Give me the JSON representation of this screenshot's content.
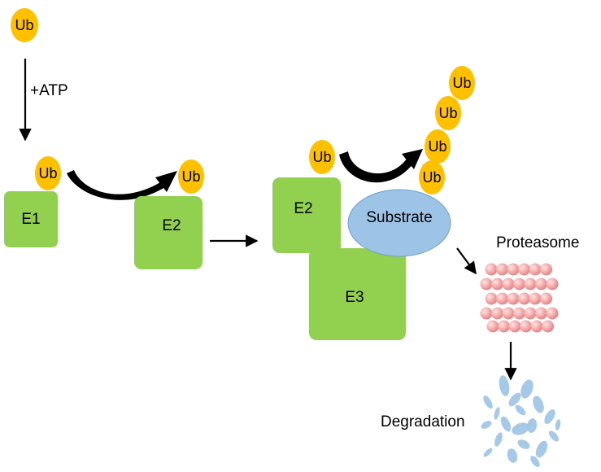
{
  "labels": {
    "ub": "Ub",
    "atp": "+ATP",
    "e1": "E1",
    "e2": "E2",
    "e3": "E3",
    "substrate": "Substrate",
    "proteasome": "Proteasome",
    "degradation": "Degradation"
  },
  "colors": {
    "ubiquitin": "#FFC000",
    "enzyme": "#92D050",
    "substrate": "#9DC3E6",
    "proteasome": "#F4A6A6",
    "fragments": "#9DC3E6",
    "arrow": "#000000"
  },
  "icons": {
    "proteasome": "proteasome-icon",
    "degradation": "degraded-fragments-icon"
  }
}
